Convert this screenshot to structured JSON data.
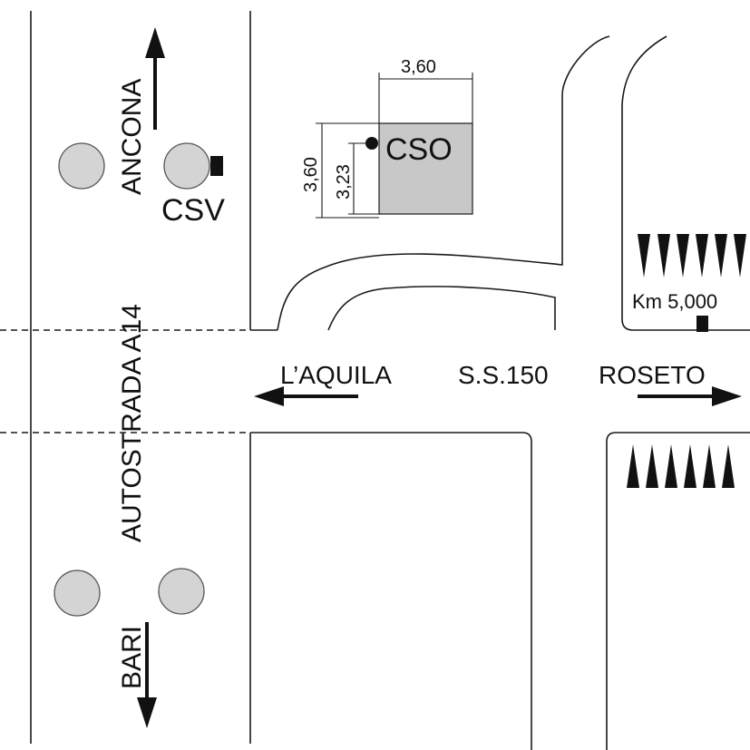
{
  "labels": {
    "ancona": "ANCONA",
    "bari": "BARI",
    "autostrada": "AUTOSTRADA A14",
    "csv": "CSV",
    "cso": "CSO",
    "laquila": "L’AQUILA",
    "ss150": "S.S.150",
    "roseto": "ROSETO",
    "km": "Km 5,000"
  },
  "dimensions": {
    "width": "3,60",
    "height_outer": "3,60",
    "height_inner": "3,23"
  },
  "colors": {
    "line": "#1a1a1a",
    "building_fill": "#c8c8c8",
    "circle_fill": "#d4d4d4",
    "circle_stroke": "#555555"
  }
}
